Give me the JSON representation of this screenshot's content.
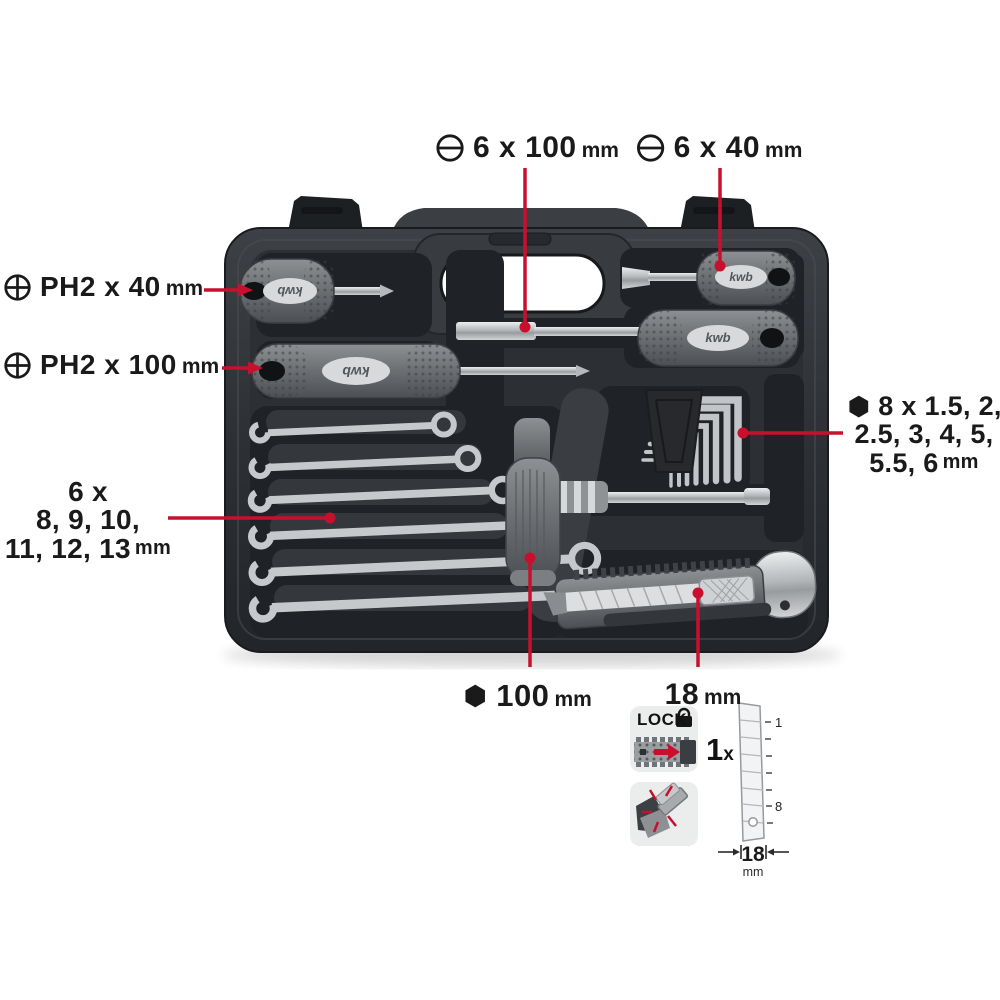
{
  "brand": {
    "logo": "kwb"
  },
  "annotations": {
    "slotted_100": {
      "value": "6 x 100",
      "unit": "mm"
    },
    "slotted_40": {
      "value": "6 x 40",
      "unit": "mm"
    },
    "phillips_40": {
      "value": "PH2 x 40",
      "unit": "mm"
    },
    "phillips_100": {
      "value": "PH2 x 100",
      "unit": "mm"
    },
    "wrench_set": {
      "line1": "6 x",
      "line2": "8, 9, 10,",
      "line3": "11, 12, 13",
      "unit": "mm"
    },
    "hex_key_set": {
      "line1": "8 x 1.5, 2,",
      "line2": "2.5, 3, 4, 5,",
      "line3": "5.5, 6",
      "unit": "mm"
    },
    "t_handle": {
      "value": "100",
      "unit": "mm"
    },
    "cutter": {
      "value": "18",
      "unit": "mm"
    }
  },
  "cutter_info": {
    "lock_label": "LOCK",
    "spare_count": "1",
    "spare_suffix": "x",
    "segment_first": "1",
    "segment_last": "8",
    "blade_width": "18",
    "blade_width_unit": "mm"
  },
  "colors": {
    "annotation_red": "#C8102E",
    "label_text": "#1A1A1A",
    "case_dark": "#2E3134",
    "background": "#FFFFFF"
  }
}
